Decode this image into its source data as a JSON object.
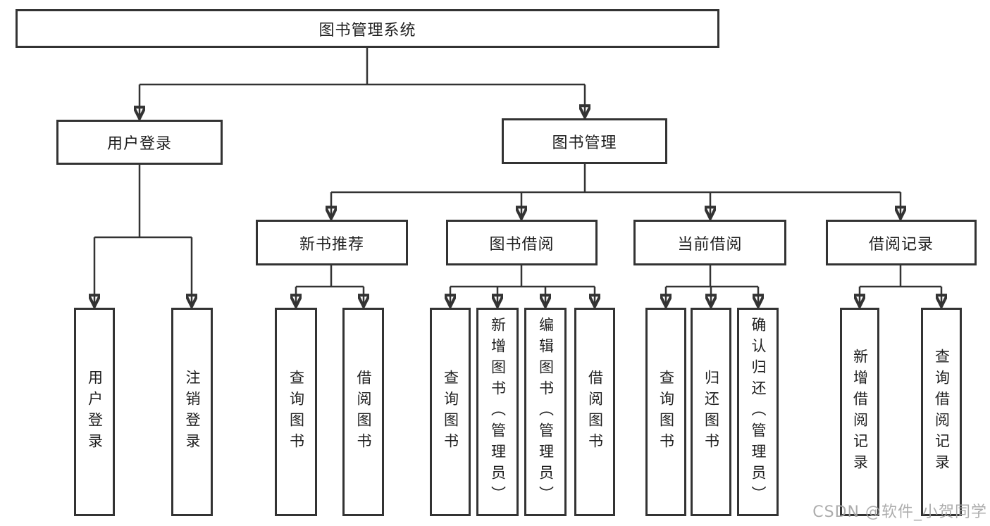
{
  "nodes": {
    "root": {
      "label": "图书管理系统"
    },
    "user_login": {
      "label": "用户登录"
    },
    "book_mgmt": {
      "label": "图书管理"
    },
    "new_book_rec": {
      "label": "新书推荐"
    },
    "book_borrow": {
      "label": "图书借阅"
    },
    "current_borrow": {
      "label": "当前借阅"
    },
    "borrow_records": {
      "label": "借阅记录"
    },
    "leaf_user_login": {
      "label": "用户登录"
    },
    "leaf_logout": {
      "label": "注销登录"
    },
    "leaf_query_book_rec": {
      "label": "查询图书"
    },
    "leaf_borrow_book_rec": {
      "label": "借阅图书"
    },
    "leaf_query_book_borrow": {
      "label": "查询图书"
    },
    "leaf_add_book": {
      "label": "新增图书（管理员）"
    },
    "leaf_edit_book": {
      "label": "编辑图书（管理员）"
    },
    "leaf_borrow_book_borrow": {
      "label": "借阅图书"
    },
    "leaf_query_book_current": {
      "label": "查询图书"
    },
    "leaf_return_book": {
      "label": "归还图书"
    },
    "leaf_confirm_return": {
      "label": "确认归还（管理员）"
    },
    "leaf_add_borrow_record": {
      "label": "新增借阅记录"
    },
    "leaf_query_borrow_record": {
      "label": "查询借阅记录"
    }
  },
  "watermark": {
    "text": "CSDN @软件_小贺同学"
  },
  "colors": {
    "line": "#333333",
    "box_border": "#333333",
    "text": "#1f1f1f",
    "watermark": "#a4a4a4",
    "background": "#ffffff"
  }
}
